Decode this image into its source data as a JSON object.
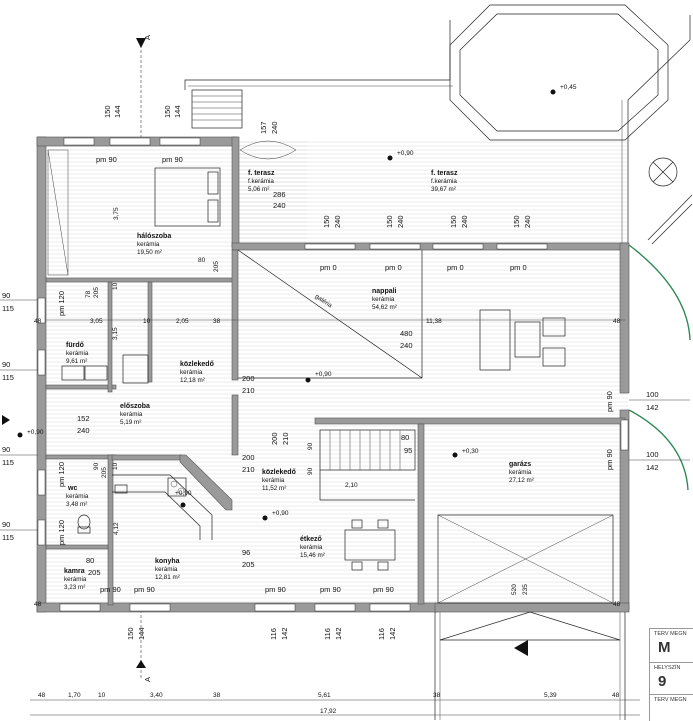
{
  "north_label": "A",
  "south_label": "A",
  "rooms": {
    "haloszoba": {
      "name": "hálószoba",
      "material": "kerámia",
      "area": "19,50 m²"
    },
    "furdo": {
      "name": "fürdő",
      "material": "kerámia",
      "area": "9,61 m²"
    },
    "kozlekedo1": {
      "name": "közlekedő",
      "material": "kerámia",
      "area": "12,18 m²"
    },
    "eloszoba": {
      "name": "előszoba",
      "material": "kerámia",
      "area": "5,19 m²"
    },
    "wc": {
      "name": "wc",
      "material": "kerámia",
      "area": "3,48 m²"
    },
    "kamra": {
      "name": "kamra",
      "material": "kerámia",
      "area": "3,23 m²"
    },
    "konyha": {
      "name": "konyha",
      "material": "kerámia",
      "area": "12,81 m²"
    },
    "kozlekedo2": {
      "name": "közlekedő",
      "material": "kerámia",
      "area": "11,52 m²"
    },
    "etkezo": {
      "name": "étkező",
      "material": "kerámia",
      "area": "15,46 m²"
    },
    "nappali": {
      "name": "nappali",
      "material": "kerámia",
      "area": "54,62 m²"
    },
    "garazs": {
      "name": "garázs",
      "material": "kerámia",
      "area": "27,12 m²"
    },
    "terasz1": {
      "name": "f. terasz",
      "material": "f.kerámia",
      "area": "5,06 m²"
    },
    "terasz2": {
      "name": "f. terasz",
      "material": "f.kerámia",
      "area": "39,67 m²"
    }
  },
  "galeria": "galéria",
  "levels": {
    "l045": "+0,45",
    "l090a": "+0,90",
    "l090b": "+0,90",
    "l090c": "+0,90",
    "l090d": "+0,90",
    "l090e": "+0,90",
    "l030": "+0,30"
  },
  "pm": {
    "pm90": "pm 90",
    "pm120": "pm 120",
    "pm0": "pm 0"
  },
  "dims": {
    "d150": "150",
    "d144": "144",
    "d157": "157",
    "d240": "240",
    "d286": "286",
    "d375": "3,75",
    "d205": "205",
    "d80": "80",
    "d78": "78",
    "d10": "10",
    "d305": "3,05",
    "d205b": "2,05",
    "d38": "38",
    "d1138": "11,38",
    "d48": "48",
    "d315": "3,15",
    "d480": "480",
    "d200": "200",
    "d210": "210",
    "d152": "152",
    "d95": "95",
    "d90": "90",
    "d210b": "2,10",
    "d412": "4,12",
    "d96": "96",
    "d520": "520",
    "d235": "235",
    "d115": "115",
    "d100": "100",
    "d142": "142",
    "d116": "116"
  },
  "bottom_dims": {
    "d48": "48",
    "d170": "1,70",
    "d10": "10",
    "d340": "3,40",
    "d38": "38",
    "d561": "5,61",
    "d539": "5,39",
    "total": "17,92"
  },
  "title_block": {
    "label1": "TERV MEGN",
    "big1": "M",
    "label2": "HELYSZÍN",
    "big2": "9",
    "label3": "TERV MEGN"
  }
}
